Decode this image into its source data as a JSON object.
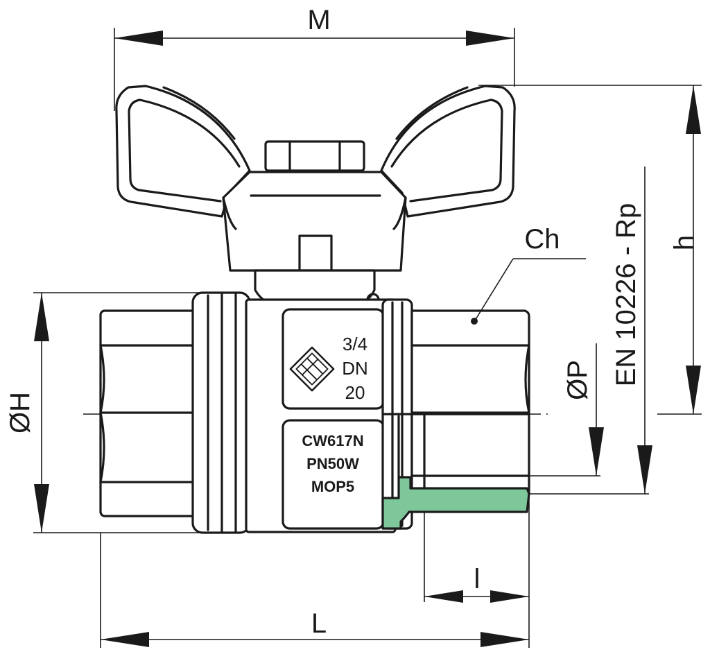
{
  "dimensions": {
    "M": "M",
    "h": "h",
    "oh": "ØH",
    "op": "ØP",
    "ch": "Ch",
    "l_small": "l",
    "l_total": "L",
    "standard": "EN 10226 - Rp"
  },
  "body_marking": {
    "size": "3/4",
    "dn": "DN",
    "dn_value": "20"
  },
  "material_marking": {
    "material": "CW617N",
    "pressure": "PN50W",
    "mop": "MOP5"
  },
  "colors": {
    "thread_engagement": "#7ec79a",
    "line": "#1a1a1a"
  }
}
